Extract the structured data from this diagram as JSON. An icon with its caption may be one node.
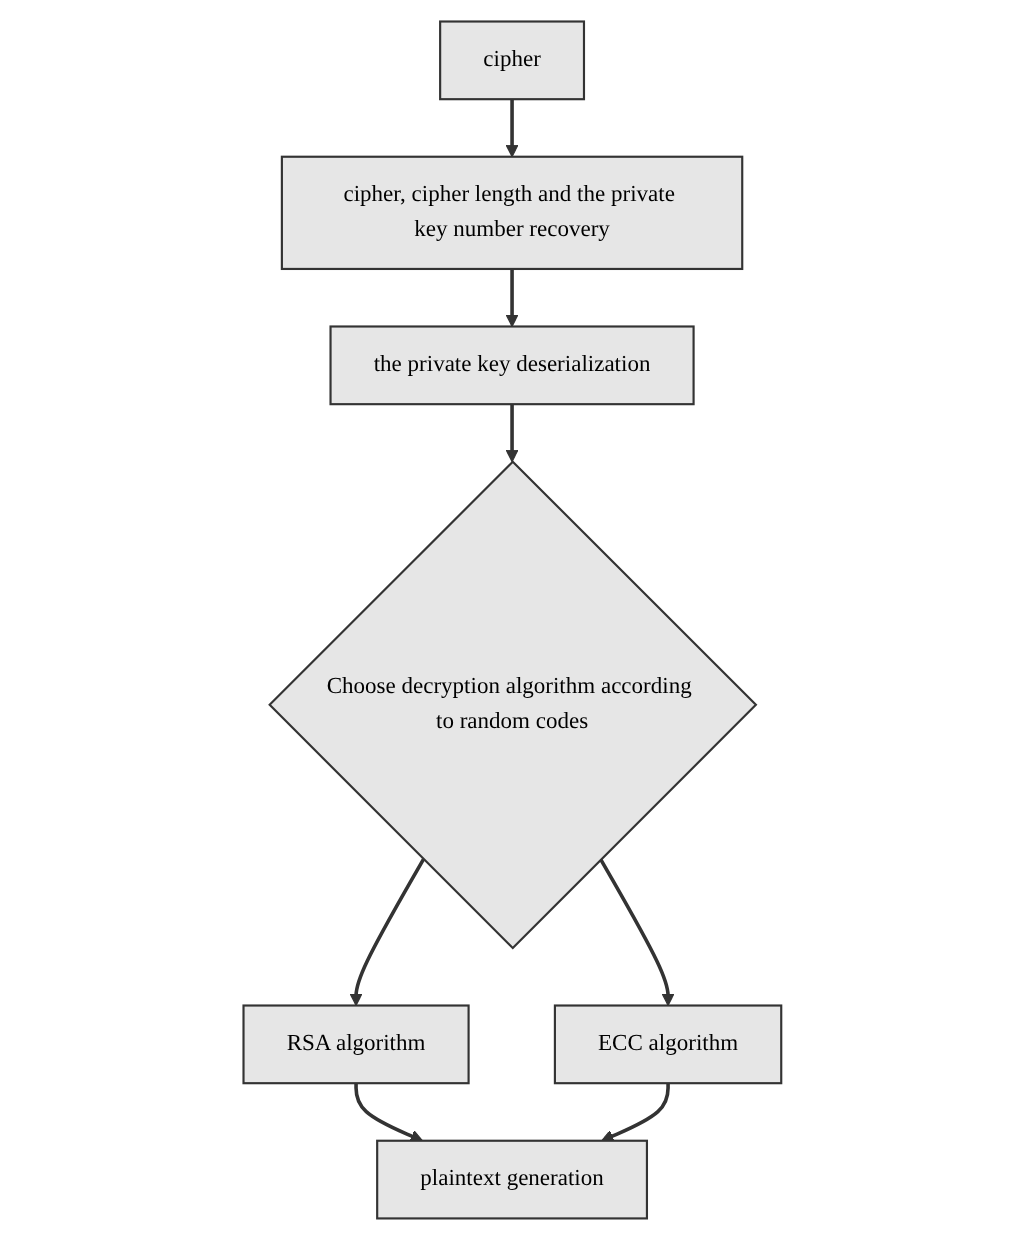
{
  "diagram": {
    "nodes": [
      {
        "text": [
          "cipher"
        ]
      },
      {
        "text": [
          "cipher, cipher length and the private key number recovery"
        ]
      },
      {
        "text": [
          "the private key deserialization"
        ]
      },
      {
        "text": [
          "Choose decryption algorithm according to random codes"
        ]
      },
      {
        "text": [
          "RSA algorithm"
        ]
      },
      {
        "text": [
          "ECC algorithm"
        ]
      },
      {
        "text": [
          "plaintext generation"
        ]
      }
    ],
    "edges": [
      {
        "from": 0,
        "to": 1,
        "arrow": "to"
      },
      {
        "from": 1,
        "to": 2,
        "arrow": "to"
      },
      {
        "from": 2,
        "to": 3,
        "arrow": "to"
      },
      {
        "from": 3,
        "to": 4,
        "arrow": "to"
      },
      {
        "from": 3,
        "to": 5,
        "arrow": "to"
      },
      {
        "from": 4,
        "to": 6,
        "arrow": "to"
      },
      {
        "from": 5,
        "to": 6,
        "arrow": "to"
      }
    ]
  }
}
